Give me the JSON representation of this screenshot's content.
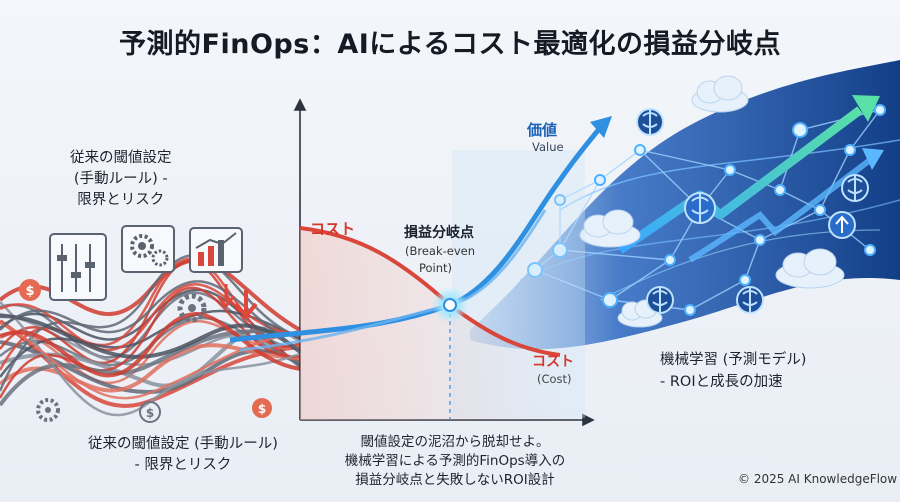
{
  "title": "予測的FinOps：AIによるコスト最適化の損益分岐点",
  "left_top_label": [
    "従来の閾値設定",
    "(手動ルール) -",
    "限界とリスク"
  ],
  "left_bottom_label": [
    "従来の閾値設定 (手動ルール)",
    "- 限界とリスク"
  ],
  "right_label": [
    "機械学習 (予測モデル)",
    "- ROIと成長の加速"
  ],
  "center_caption": [
    "閾値設定の泥沼から脱却せよ。",
    "機械学習による予測的FinOps導入の",
    "損益分岐点と失敗しないROI設計"
  ],
  "value_label": {
    "jp": "価値",
    "en": "Value"
  },
  "cost_label_top": "コスト",
  "cost_label_bottom": {
    "jp": "コスト",
    "en": "(Cost)"
  },
  "breakeven_label": {
    "jp": "損益分岐点",
    "en_line1": "(Break-even",
    "en_line2": "Point)"
  },
  "copyright": "© 2025 AI KnowledgeFlow",
  "colors": {
    "cost": "#d9473b",
    "value": "#2f8fe0",
    "network": "#1b4f9e",
    "growth": "#3ac69a"
  },
  "icons": [
    "sliders-icon",
    "gears-icon",
    "bar-chart-icon",
    "dollar-coin-icon",
    "down-arrow-icon",
    "brain-icon",
    "cloud-icon",
    "up-arrow-icon"
  ]
}
